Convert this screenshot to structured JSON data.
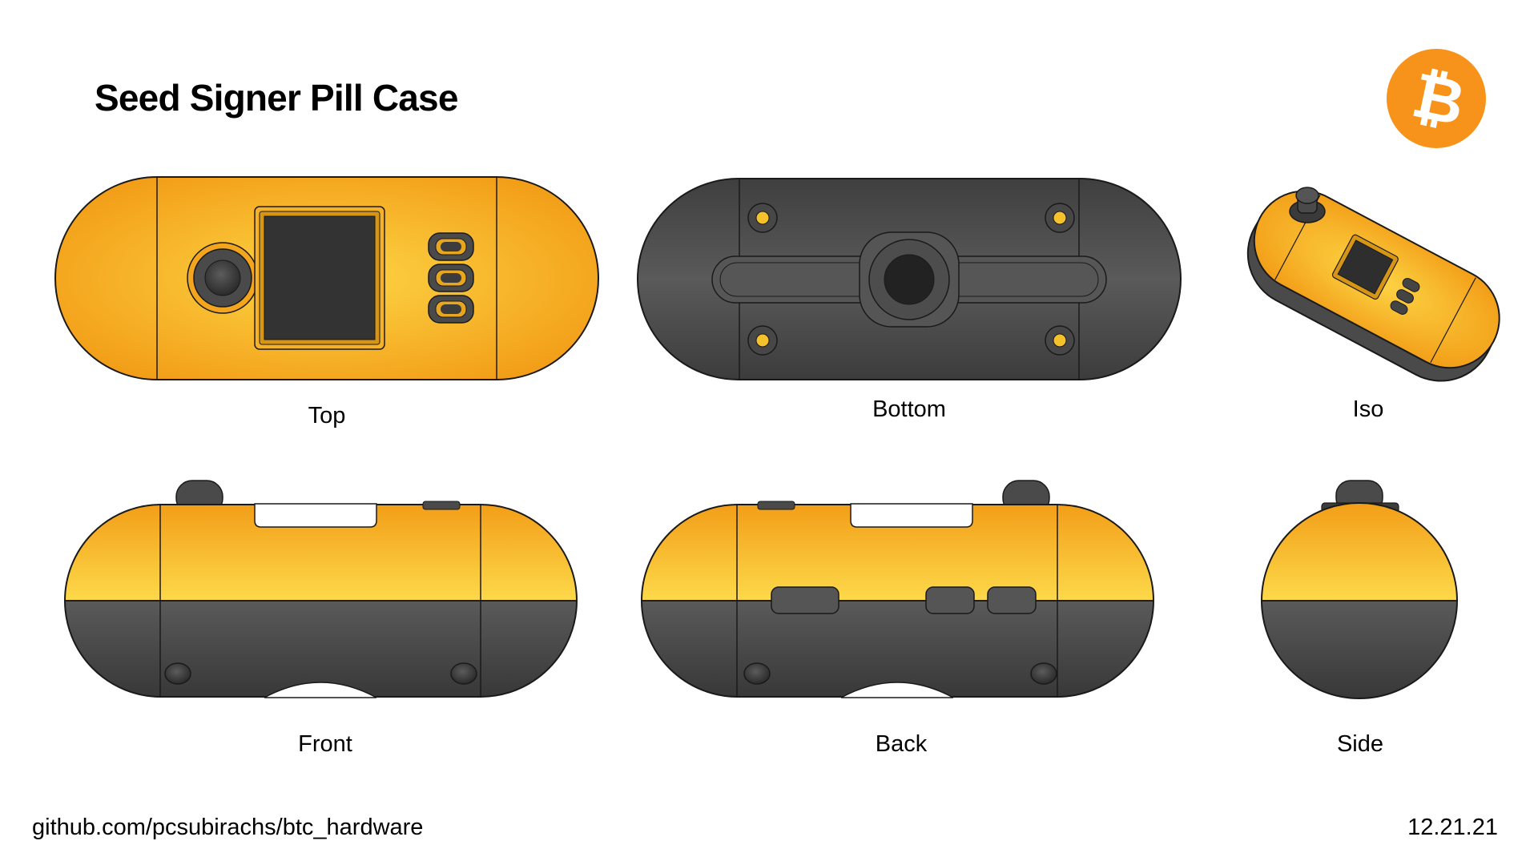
{
  "title": "Seed Signer Pill Case",
  "logo": {
    "icon": "bitcoin-icon",
    "color": "#f7931a",
    "glyph": "₿"
  },
  "colors": {
    "case_orange": "#f5b025",
    "case_dark": "#4a4a4a",
    "outline": "#1a1a1a"
  },
  "views": [
    {
      "id": "top",
      "label": "Top"
    },
    {
      "id": "bottom",
      "label": "Bottom"
    },
    {
      "id": "iso",
      "label": "Iso"
    },
    {
      "id": "front",
      "label": "Front"
    },
    {
      "id": "back",
      "label": "Back"
    },
    {
      "id": "side",
      "label": "Side"
    }
  ],
  "footer": {
    "repo": "github.com/pcsubirachs/btc_hardware",
    "date": "12.21.21"
  }
}
